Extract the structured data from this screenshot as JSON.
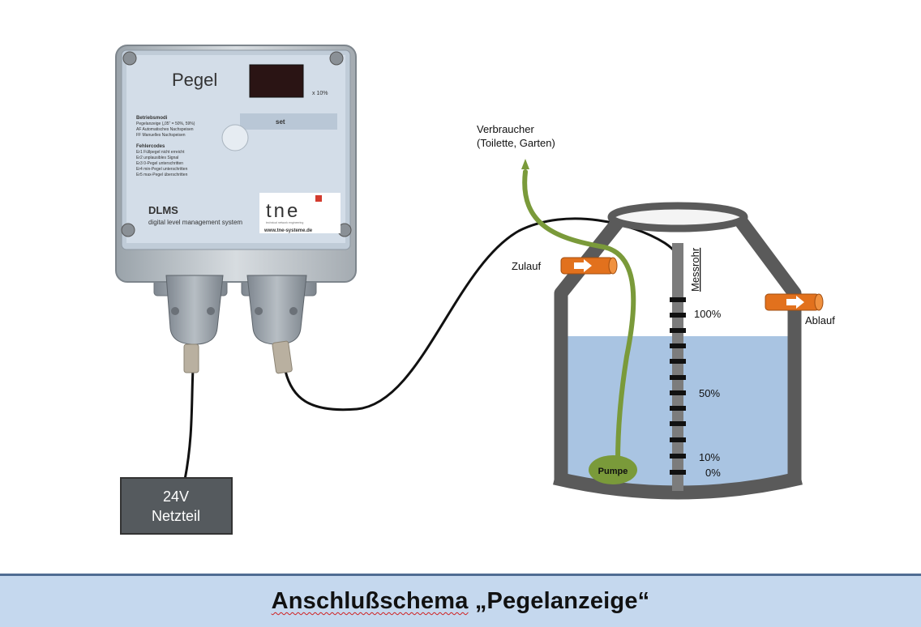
{
  "device": {
    "title": "Pegel",
    "display_unit": "x 10%",
    "set_label": "set",
    "modes_heading": "Betriebsmodi",
    "modes": [
      "Pegelanzeige („05“ = 50%, 59%)",
      "AF Automatisches Nachspeisen",
      "FF Manuelles Nachspeisen"
    ],
    "errors_heading": "Fehlercodes",
    "errors": [
      "Er1  Füllpegel nicht erreicht",
      "Er2  unplausibles Signal",
      "Er3  0-Pegel unterschritten",
      "Er4  min-Pegel unterschritten",
      "Er5  max-Pegel überschritten"
    ],
    "brand_name": "DLMS",
    "brand_sub": "digital level management system",
    "logo": "tne",
    "logo_tag": "technical network engineering",
    "website": "www.tne-systeme.de"
  },
  "power": {
    "line1": "24V",
    "line2": "Netzteil"
  },
  "consumer": {
    "line1": "Verbraucher",
    "line2": "(Toilette, Garten)"
  },
  "tank": {
    "inlet": "Zulauf",
    "outlet": "Ablauf",
    "tube": "Messrohr",
    "pump": "Pumpe",
    "levels": [
      "100%",
      "50%",
      "10%",
      "0%"
    ],
    "water_color": "#a9c4e2",
    "wall_color": "#5a5a5a"
  },
  "colors": {
    "hose": "#7a9a3a",
    "pipe": "#e2711d",
    "cable": "#111111"
  },
  "footer": {
    "title_underlined": "Anschlußschema",
    "title_rest": " „Pegelanzeige“"
  }
}
